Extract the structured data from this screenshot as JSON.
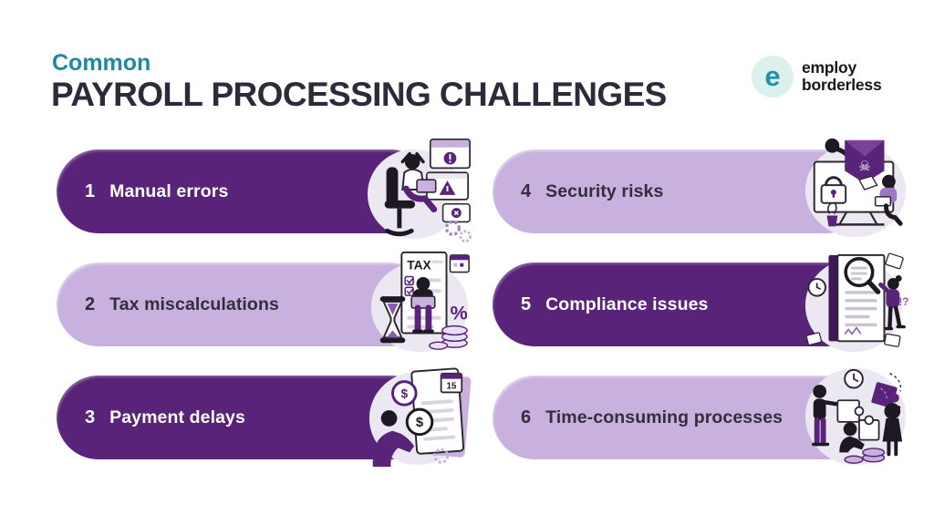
{
  "header": {
    "kicker": "Common",
    "title": "PAYROLL PROCESSING CHALLENGES"
  },
  "logo": {
    "mark": "e",
    "line1": "employ",
    "line2": "borderless"
  },
  "items": [
    {
      "number": "1",
      "label": "Manual errors",
      "icon": "manual-errors-illustration",
      "variant": "dark"
    },
    {
      "number": "2",
      "label": "Tax miscalculations",
      "icon": "tax-miscalculations-illustration",
      "variant": "light"
    },
    {
      "number": "3",
      "label": "Payment delays",
      "icon": "payment-delays-illustration",
      "variant": "dark"
    },
    {
      "number": "4",
      "label": "Security risks",
      "icon": "security-risks-illustration",
      "variant": "light"
    },
    {
      "number": "5",
      "label": "Compliance issues",
      "icon": "compliance-issues-illustration",
      "variant": "dark"
    },
    {
      "number": "6",
      "label": "Time-consuming processes",
      "icon": "time-consuming-processes-illustration",
      "variant": "light"
    }
  ],
  "illustration_texts": {
    "tax": "TAX",
    "percent": "%",
    "pay_date": "15",
    "dollar": "$",
    "skull": "☠",
    "exclaim_question": "!?"
  },
  "colors": {
    "accent_dark": "#592379",
    "accent_light": "#C8B0DF",
    "kicker_teal": "#1E89A1",
    "title_dark": "#2B2B3C",
    "logo_teal": "#2191A6",
    "logo_bg": "#DCF1EE",
    "background": "#FFFFFF"
  }
}
